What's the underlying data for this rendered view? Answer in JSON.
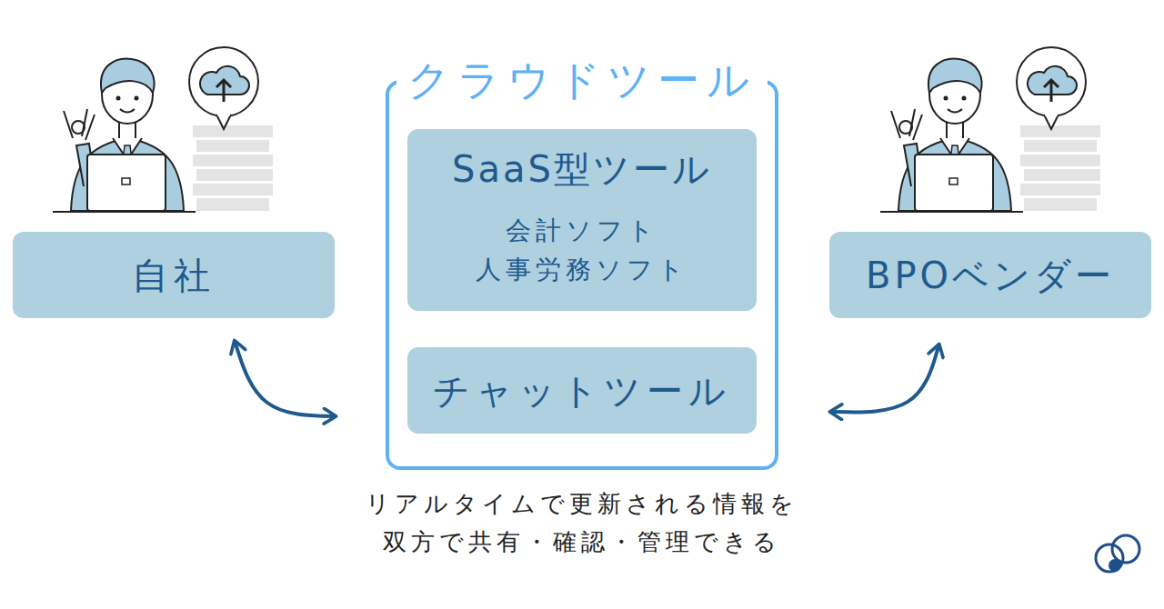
{
  "diagram": {
    "caption": "リアルタイムで更新される情報を 双方で共有・確認・管理できる",
    "nodes": [
      {
        "text": [
          "自社"
        ]
      },
      {
        "text": [
          "クラウドツール"
        ]
      },
      {
        "text": [
          "SaaS型ツール",
          "会計ソフト 人事労務ソフト"
        ],
        "in": 1
      },
      {
        "text": [
          "チャットツール"
        ],
        "in": 1
      },
      {
        "text": [
          "BPOベンダー"
        ]
      }
    ],
    "edges": [
      {
        "from": 0,
        "to": 1,
        "arrow": "both"
      },
      {
        "from": 1,
        "to": 4,
        "arrow": "both"
      }
    ]
  }
}
